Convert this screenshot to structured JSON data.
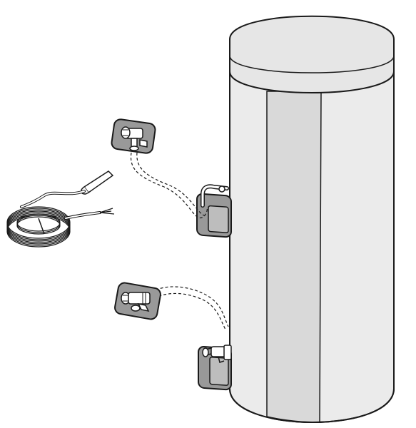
{
  "diagram": {
    "components": [
      {
        "id": "storage-tank",
        "icon": "cylinder-tank-icon"
      },
      {
        "id": "temperature-sensor-cable",
        "icon": "sensor-cable-coil-icon"
      },
      {
        "id": "upper-valve",
        "icon": "valve-icon"
      },
      {
        "id": "upper-tank-connection",
        "icon": "pipe-connector-icon"
      },
      {
        "id": "lower-valve",
        "icon": "valve-icon"
      },
      {
        "id": "lower-tank-connection",
        "icon": "pipe-connector-icon"
      }
    ],
    "connections": [
      {
        "from": "upper-valve",
        "to": "upper-tank-connection",
        "style": "dashed"
      },
      {
        "from": "lower-valve",
        "to": "lower-tank-connection",
        "style": "dashed"
      }
    ],
    "colors": {
      "outline": "#1a1a1a",
      "tank_body": "#ebebeb",
      "tank_stripe": "#d9d9d9",
      "tank_lid": "#e6e6e6",
      "bracket": "#999999",
      "bracket_inner": "#bdbdbd",
      "valve": "#ffffff",
      "cable": "#ffffff"
    }
  }
}
